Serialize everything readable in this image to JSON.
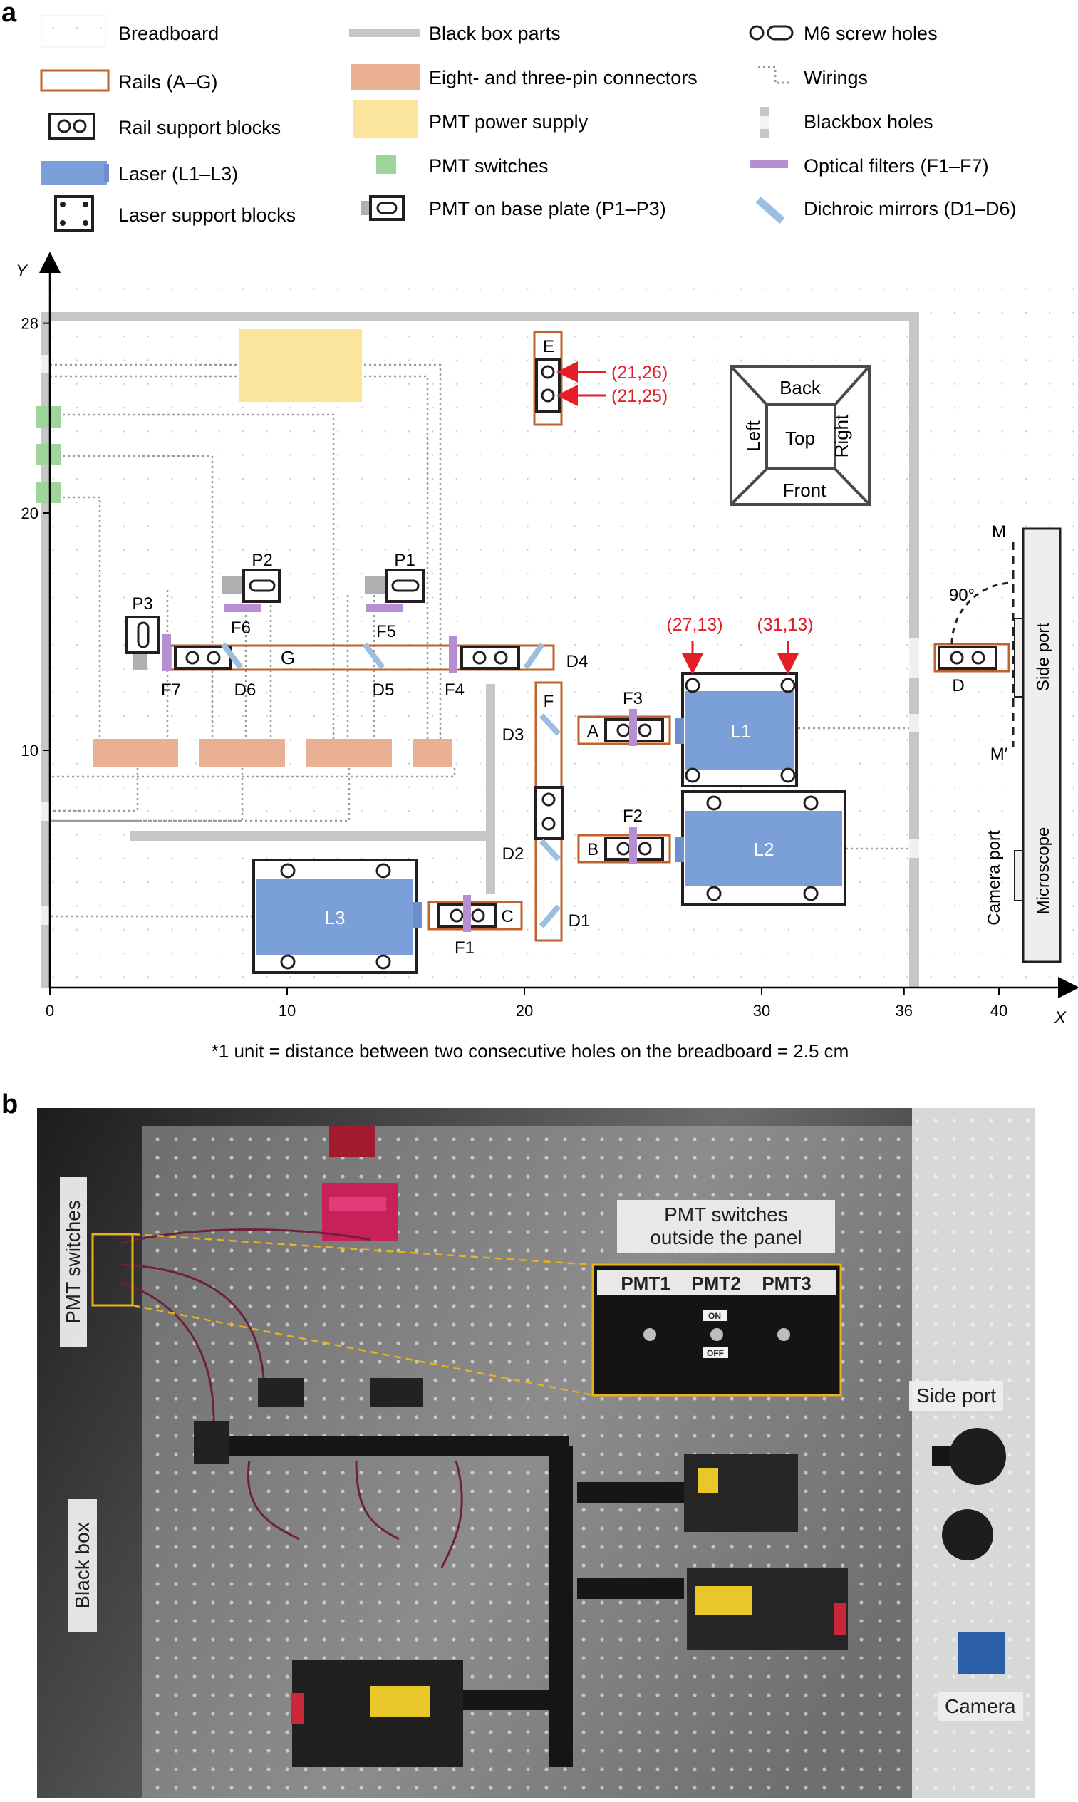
{
  "panel_a": {
    "letter": "a",
    "legend": {
      "breadboard": "Breadboard",
      "rails": "Rails (A–G)",
      "rail_support": "Rail support blocks",
      "laser": "Laser (L1–L3)",
      "laser_support": "Laser support blocks",
      "blackbox_parts": "Black box parts",
      "connectors": "Eight- and three-pin connectors",
      "pmt_power": "PMT power supply",
      "pmt_switches": "PMT switches",
      "pmt_base": "PMT on base plate (P1–P3)",
      "screw_holes": "M6 screw holes",
      "wirings": "Wirings",
      "blackbox_holes": "Blackbox holes",
      "filters": "Optical filters (F1–F7)",
      "mirrors": "Dichroic mirrors (D1–D6)"
    },
    "axes": {
      "y_label": "Y",
      "x_label": "X",
      "y_ticks": [
        "28",
        "20",
        "10"
      ],
      "x_ticks": [
        "0",
        "10",
        "20",
        "30",
        "36",
        "40"
      ]
    },
    "labels": {
      "rail_e": "E",
      "rail_f": "F",
      "rail_g": "G",
      "rail_a": "A",
      "rail_b": "B",
      "rail_c": "C",
      "rail_d": "D",
      "coord_21_26": "(21,26)",
      "coord_21_25": "(21,25)",
      "coord_27_13": "(27,13)",
      "coord_31_13": "(31,13)",
      "laser_l1": "L1",
      "laser_l2": "L2",
      "laser_l3": "L3",
      "pmt_p1": "P1",
      "pmt_p2": "P2",
      "pmt_p3": "P3",
      "f1": "F1",
      "f2": "F2",
      "f3": "F3",
      "f4": "F4",
      "f5": "F5",
      "f6": "F6",
      "f7": "F7",
      "d1": "D1",
      "d2": "D2",
      "d3": "D3",
      "d4": "D4",
      "d5": "D5",
      "d6": "D6",
      "cube_back": "Back",
      "cube_top": "Top",
      "cube_front": "Front",
      "cube_left": "Left",
      "cube_right": "Right",
      "m_top": "M",
      "m_bottom": "M′",
      "angle": "90°",
      "side_port": "Side port",
      "camera_port": "Camera port",
      "microscope": "Microscope"
    },
    "footnote": "*1 unit = distance between two consecutive holes on the breadboard = 2.5 cm"
  },
  "panel_b": {
    "letter": "b",
    "labels": {
      "pmt_switches": "PMT switches",
      "outside_panel_line1": "PMT switches",
      "outside_panel_line2": "outside the panel",
      "pmt1": "PMT1",
      "pmt2": "PMT2",
      "pmt3": "PMT3",
      "on": "ON",
      "off": "OFF",
      "side_port": "Side port",
      "black_box": "Black box",
      "camera": "Camera"
    }
  },
  "colors": {
    "rail": "#c0622b",
    "laser": "#7b9fd9",
    "connector": "#e9b093",
    "power": "#fbe59c",
    "switch": "#9fd49a",
    "filter": "#b68fd3",
    "mirror": "#9bbfe2",
    "blackbox": "#c6c6c6",
    "coordinate_red": "#e41e26"
  }
}
